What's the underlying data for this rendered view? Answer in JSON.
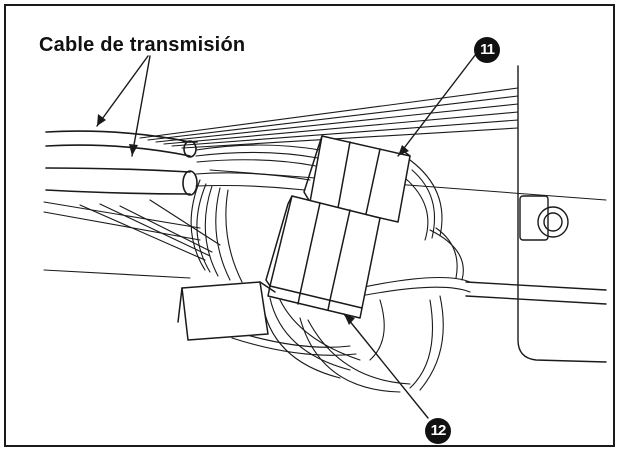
{
  "labels": {
    "cable": "Cable de transmisión",
    "part_11": "11",
    "part_12": "12"
  },
  "colors": {
    "line": "#1a1a1a",
    "background": "#ffffff"
  }
}
